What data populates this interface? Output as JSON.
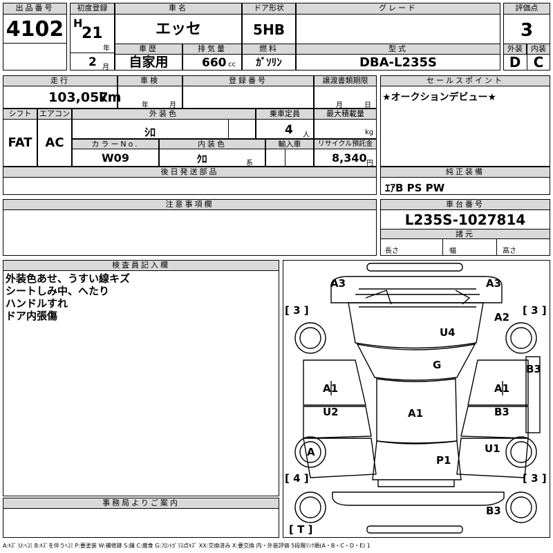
{
  "headers": {
    "lot_no": "出品番号",
    "first_reg": "初度登録",
    "car_name": "車名",
    "door": "ドア形状",
    "grade": "グレード",
    "score": "評価点",
    "history": "車歴",
    "displacement": "排気量",
    "fuel": "燃料",
    "model_code": "型式",
    "exterior": "外装",
    "interior": "内装",
    "mileage": "走行",
    "inspection": "車検",
    "reg_no": "登録番号",
    "transfer": "譲渡書類期限",
    "sales_point": "セールスポイント",
    "shift": "シフト",
    "aircon": "エアコン",
    "ext_color": "外装色",
    "capacity": "乗車定員",
    "max_load": "最大積載量",
    "color_no": "カラーNo.",
    "int_color": "内装色",
    "import": "輸入車",
    "recycle": "リサイクル預託金",
    "later_parts": "後日発送部品",
    "genuine": "純正装備",
    "notes": "注意事項欄",
    "chassis": "車台番号",
    "dims": "諸元",
    "inspector": "検査員記入欄",
    "office": "事務局よりご案内"
  },
  "values": {
    "lot_no": "4102",
    "era": "H",
    "year": "21",
    "year_unit": "年",
    "month": "2",
    "month_unit": "月",
    "car_name": "エッセ",
    "door": "5HB",
    "grade": "",
    "score": "3",
    "history": "自家用",
    "displacement": "660",
    "displacement_unit": "cc",
    "fuel": "ｶﾞｿﾘﾝ",
    "model_code": "DBA-L235S",
    "exterior": "D",
    "interior": "C",
    "mileage": "103,057",
    "mileage_unit": "km",
    "insp_year": "年",
    "insp_month": "月",
    "transfer_month": "月",
    "transfer_day": "日",
    "sales_point": "★オークションデビュー★",
    "shift": "FAT",
    "aircon": "AC",
    "ext_color": "ｼﾛ",
    "capacity": "4",
    "capacity_unit": "人",
    "max_load_unit": "kg",
    "color_no": "W09",
    "int_color": "ｸﾛ",
    "int_color_unit": "系",
    "recycle": "8,340",
    "recycle_unit": "円",
    "genuine": "ｴｱB PS PW",
    "chassis": "L235S-1027814",
    "length": "長さ",
    "width": "幅",
    "height": "高さ"
  },
  "inspector_notes": [
    "外装色あせ、うすい線キズ",
    "シートしみ中、へたり",
    "ハンドルすれ",
    "ドア内張傷"
  ],
  "diagram": {
    "front_left": "A3",
    "front_right": "A3",
    "right_front_fender": "A2",
    "hood": "U4",
    "windshield": "G",
    "left_front_door": "A1",
    "right_front_door": "A1",
    "roof": "A1",
    "left_rear_door": "U2",
    "right_rear_door": "B3",
    "right_pillar": "B3",
    "left_rear_wheel": "A",
    "right_rear_quarter": "U1",
    "rear_window": "P1",
    "rear_bumper": "B3",
    "bracket_fl": "[ 3 ]",
    "bracket_fr": "[ 3 ]",
    "bracket_rl": "[ 4 ]",
    "bracket_rr": "[ 3 ]",
    "bracket_t": "[ T ]"
  },
  "legend": "A:ｷｽﾞ U:ﾍｺﾐ B:ｷｽﾞを伴うﾍｺﾐ P:要塗装 W:補修跡 S:錆 C:腐食 G:ﾌﾛﾝﾄｶﾞﾗｽ点ｷｽﾞ XX:交換済み X:要交換 内・外装評価 5段階ﾗﾝｸ順(A・B・C・D・E) 1"
}
